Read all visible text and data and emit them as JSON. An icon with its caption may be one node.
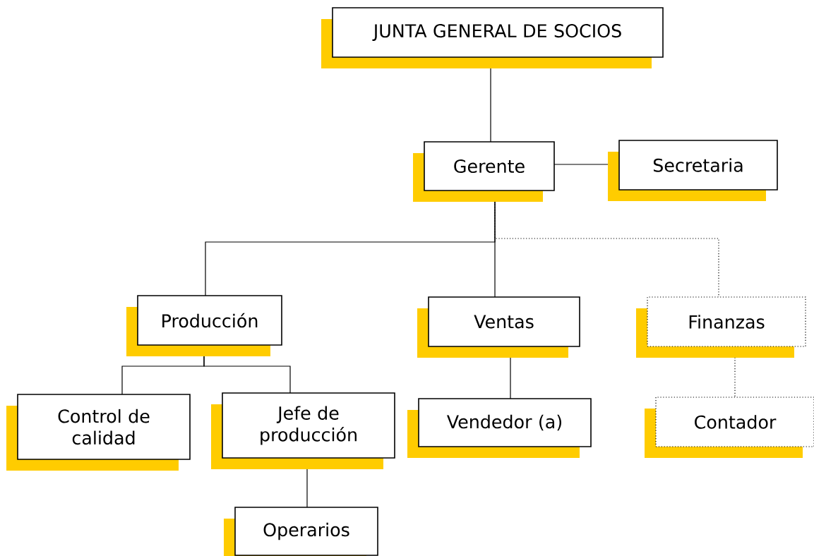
{
  "diagram": {
    "nodes": [
      {
        "text": [
          "JUNTA GENERAL DE SOCIOS"
        ]
      },
      {
        "text": [
          "Gerente"
        ]
      },
      {
        "text": [
          "Secretaria"
        ]
      },
      {
        "text": [
          "Producción"
        ]
      },
      {
        "text": [
          "Ventas"
        ]
      },
      {
        "text": [
          "Finanzas"
        ]
      },
      {
        "text": [
          "Control de calidad"
        ]
      },
      {
        "text": [
          "Jefe de producción"
        ]
      },
      {
        "text": [
          "Vendedor (a)"
        ]
      },
      {
        "text": [
          "Contador"
        ]
      },
      {
        "text": [
          "Operarios"
        ]
      }
    ],
    "edges": [
      {
        "from": 0,
        "to": 1,
        "arrow": "none"
      },
      {
        "from": 1,
        "to": 2,
        "arrow": "none"
      },
      {
        "from": 1,
        "to": 3,
        "arrow": "none"
      },
      {
        "from": 1,
        "to": 4,
        "arrow": "none"
      },
      {
        "from": 1,
        "to": 5,
        "arrow": "none",
        "style": "dashed"
      },
      {
        "from": 3,
        "to": 6,
        "arrow": "none"
      },
      {
        "from": 3,
        "to": 7,
        "arrow": "none"
      },
      {
        "from": 4,
        "to": 8,
        "arrow": "none"
      },
      {
        "from": 5,
        "to": 9,
        "arrow": "none",
        "style": "dashed"
      },
      {
        "from": 7,
        "to": 10,
        "arrow": "none"
      }
    ]
  }
}
